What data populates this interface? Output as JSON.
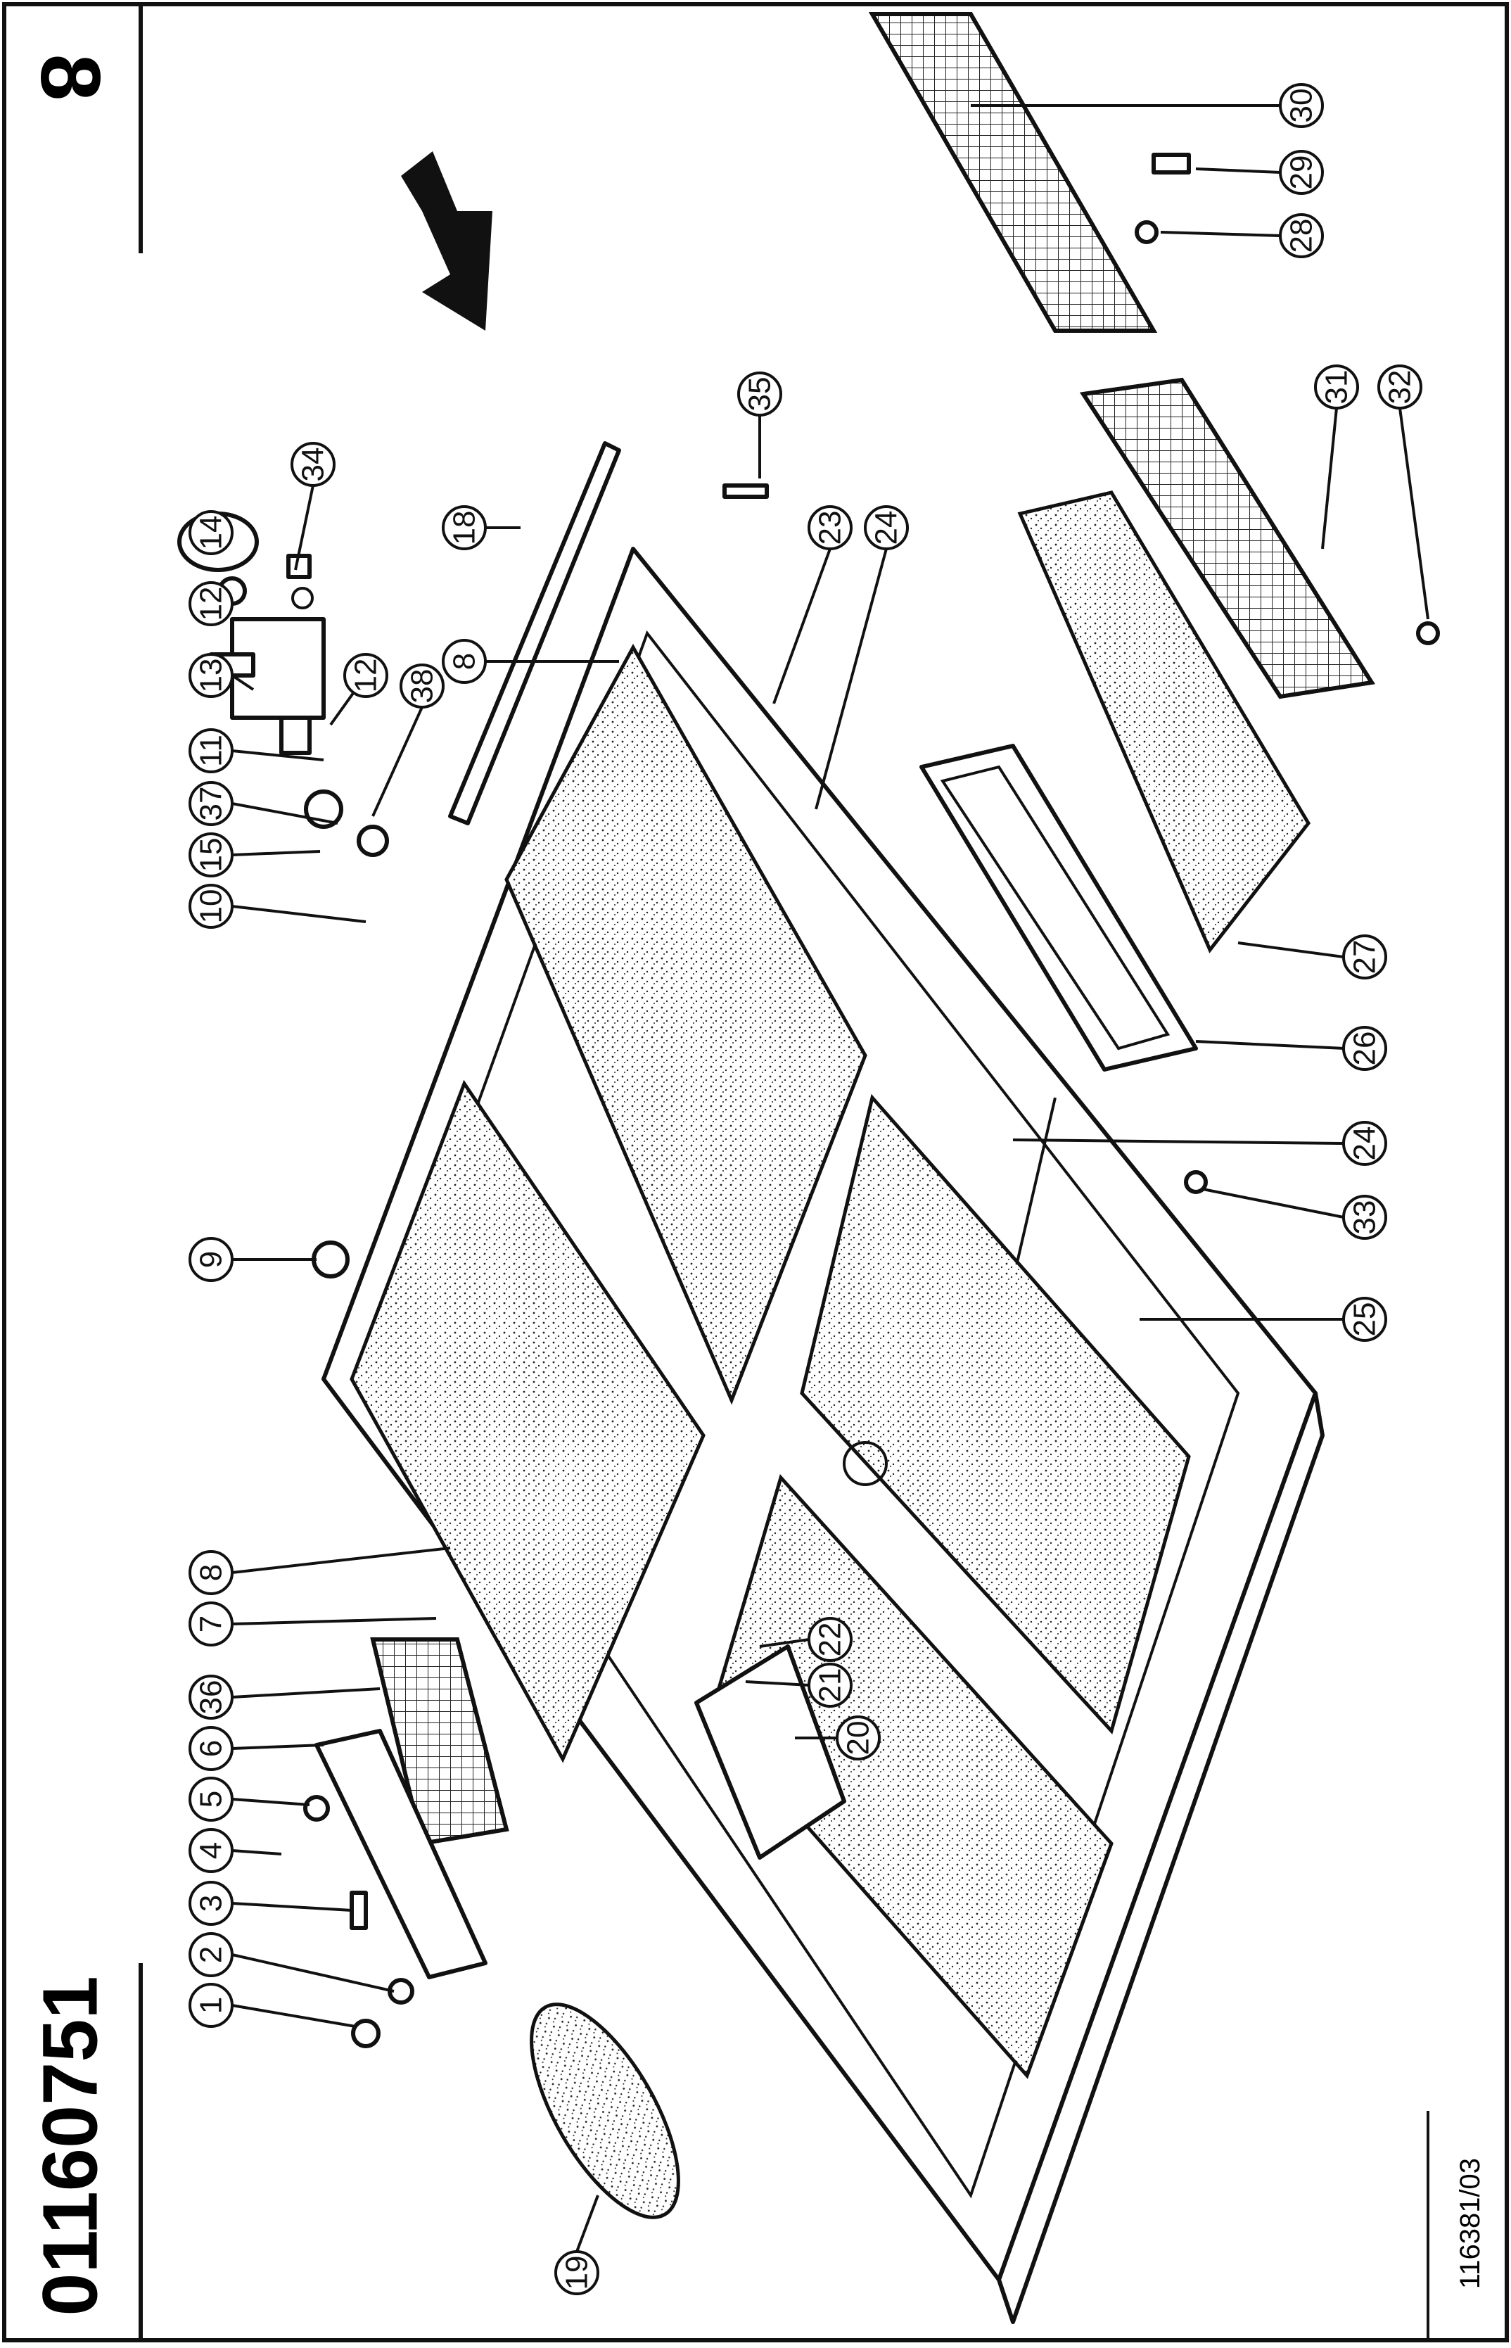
{
  "document": {
    "part_number": "01160751",
    "page_number": "8",
    "drawing_reference": "116381/03"
  },
  "callouts": [
    {
      "id": "c1",
      "label": "1"
    },
    {
      "id": "c2",
      "label": "2"
    },
    {
      "id": "c3",
      "label": "3"
    },
    {
      "id": "c4",
      "label": "4"
    },
    {
      "id": "c5",
      "label": "5"
    },
    {
      "id": "c6",
      "label": "6"
    },
    {
      "id": "c36",
      "label": "36"
    },
    {
      "id": "c7",
      "label": "7"
    },
    {
      "id": "c8a",
      "label": "8"
    },
    {
      "id": "c9",
      "label": "9"
    },
    {
      "id": "c10",
      "label": "10"
    },
    {
      "id": "c15",
      "label": "15"
    },
    {
      "id": "c37",
      "label": "37"
    },
    {
      "id": "c11",
      "label": "11"
    },
    {
      "id": "c12a",
      "label": "12"
    },
    {
      "id": "c13",
      "label": "13"
    },
    {
      "id": "c12b",
      "label": "12"
    },
    {
      "id": "c14",
      "label": "14"
    },
    {
      "id": "c38",
      "label": "38"
    },
    {
      "id": "c34",
      "label": "34"
    },
    {
      "id": "c18",
      "label": "18"
    },
    {
      "id": "c8b",
      "label": "8"
    },
    {
      "id": "c35",
      "label": "35"
    },
    {
      "id": "c23",
      "label": "23"
    },
    {
      "id": "c24a",
      "label": "24"
    },
    {
      "id": "c30",
      "label": "30"
    },
    {
      "id": "c29",
      "label": "29"
    },
    {
      "id": "c28",
      "label": "28"
    },
    {
      "id": "c31",
      "label": "31"
    },
    {
      "id": "c32",
      "label": "32"
    },
    {
      "id": "c27",
      "label": "27"
    },
    {
      "id": "c26",
      "label": "26"
    },
    {
      "id": "c24b",
      "label": "24"
    },
    {
      "id": "c33",
      "label": "33"
    },
    {
      "id": "c25",
      "label": "25"
    },
    {
      "id": "c22",
      "label": "22"
    },
    {
      "id": "c21",
      "label": "21"
    },
    {
      "id": "c20",
      "label": "20"
    },
    {
      "id": "c19",
      "label": "19"
    }
  ]
}
